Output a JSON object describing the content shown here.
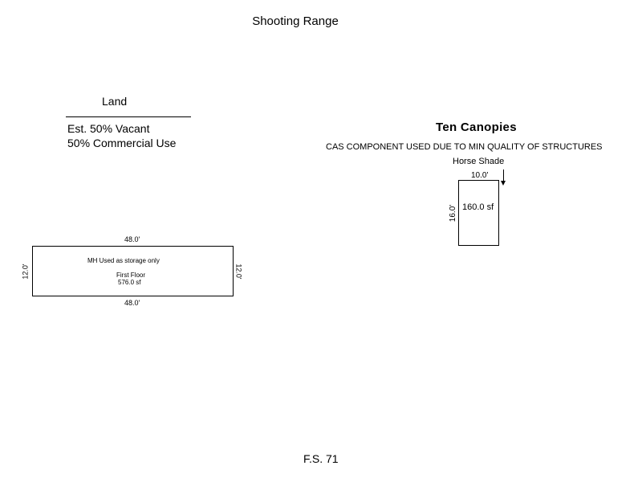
{
  "title": "Shooting Range",
  "land": {
    "heading": "Land",
    "line1": "Est. 50% Vacant",
    "line2": "50% Commercial Use"
  },
  "canopies": {
    "heading": "Ten Canopies",
    "note": "CAS COMPONENT USED DUE TO MIN QUALITY OF STRUCTURES",
    "shade": {
      "label": "Horse Shade",
      "width": "10.0'",
      "height": "16.0'",
      "area": "160.0 sf"
    }
  },
  "mobile_home": {
    "top_dim": "48.0'",
    "bottom_dim": "48.0'",
    "left_dim": "12.0'",
    "right_dim": "12.0'",
    "note": "MH Used as storage only",
    "floor_label": "First Floor",
    "area": "576.0 sf"
  },
  "footer": "F.S. 71"
}
